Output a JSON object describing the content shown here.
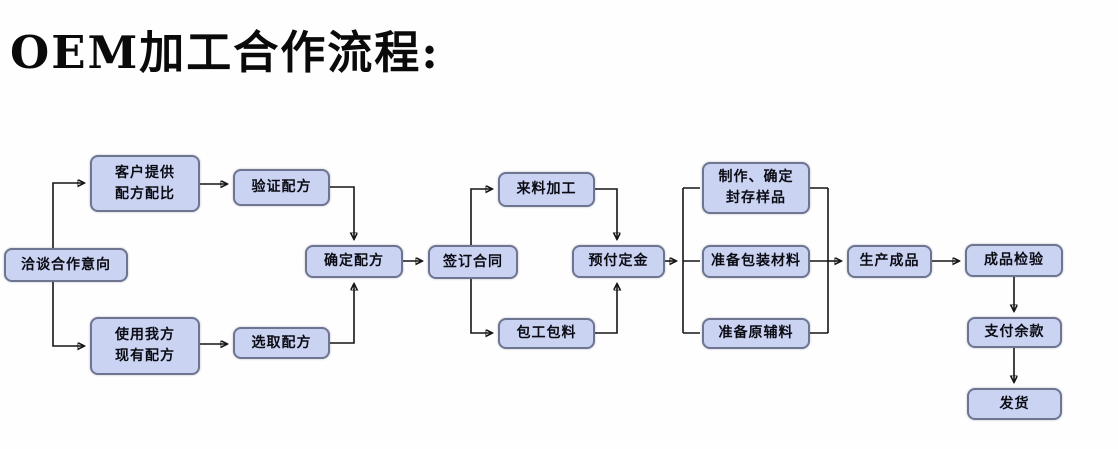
{
  "title": "OEM加工合作流程:",
  "colors": {
    "node_fill": "#cad3f2",
    "node_border": "#6e7590",
    "arrow": "#151515",
    "background": "#fefefe"
  },
  "flow": {
    "nodes": [
      {
        "id": "negotiate",
        "label": "洽谈合作意向"
      },
      {
        "id": "customer-formula",
        "label": "客户提供\n配方配比"
      },
      {
        "id": "verify-formula",
        "label": "验证配方"
      },
      {
        "id": "our-formula",
        "label": "使用我方\n现有配方"
      },
      {
        "id": "select-formula",
        "label": "选取配方"
      },
      {
        "id": "confirm-formula",
        "label": "确定配方"
      },
      {
        "id": "sign-contract",
        "label": "签订合同"
      },
      {
        "id": "incoming-material",
        "label": "来料加工"
      },
      {
        "id": "labor-material",
        "label": "包工包料"
      },
      {
        "id": "prepay-deposit",
        "label": "预付定金"
      },
      {
        "id": "sealed-samples",
        "label": "制作、确定\n封存样品"
      },
      {
        "id": "packaging",
        "label": "准备包装材料"
      },
      {
        "id": "raw-materials",
        "label": "准备原辅料"
      },
      {
        "id": "production",
        "label": "生产成品"
      },
      {
        "id": "inspection",
        "label": "成品检验"
      },
      {
        "id": "pay-balance",
        "label": "支付余款"
      },
      {
        "id": "ship-goods",
        "label": "发货"
      }
    ],
    "edges": [
      {
        "from": "negotiate",
        "to": "customer-formula"
      },
      {
        "from": "negotiate",
        "to": "our-formula"
      },
      {
        "from": "customer-formula",
        "to": "verify-formula"
      },
      {
        "from": "our-formula",
        "to": "select-formula"
      },
      {
        "from": "verify-formula",
        "to": "confirm-formula"
      },
      {
        "from": "select-formula",
        "to": "confirm-formula"
      },
      {
        "from": "confirm-formula",
        "to": "sign-contract"
      },
      {
        "from": "sign-contract",
        "to": "incoming-material"
      },
      {
        "from": "sign-contract",
        "to": "labor-material"
      },
      {
        "from": "incoming-material",
        "to": "prepay-deposit"
      },
      {
        "from": "labor-material",
        "to": "prepay-deposit"
      },
      {
        "from": "prepay-deposit",
        "to": "sealed-samples"
      },
      {
        "from": "prepay-deposit",
        "to": "packaging"
      },
      {
        "from": "prepay-deposit",
        "to": "raw-materials"
      },
      {
        "from": "sealed-samples",
        "to": "production"
      },
      {
        "from": "packaging",
        "to": "production"
      },
      {
        "from": "raw-materials",
        "to": "production"
      },
      {
        "from": "production",
        "to": "inspection"
      },
      {
        "from": "inspection",
        "to": "pay-balance"
      },
      {
        "from": "pay-balance",
        "to": "ship-goods"
      }
    ]
  }
}
